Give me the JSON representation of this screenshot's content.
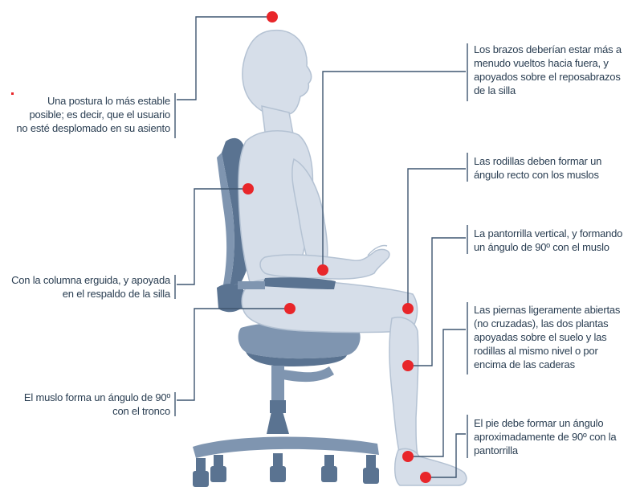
{
  "colors": {
    "body_fill": "#d6dee9",
    "body_stroke": "#b4c2d3",
    "chair_dark": "#5a7391",
    "chair_mid": "#7f95b0",
    "chair_light": "#a4b5ca",
    "leader_line": "#3f5670",
    "marker": "#e8262a",
    "text": "#2a3e52"
  },
  "annotations": {
    "head": "Una postura lo más estable\nposible; es decir, que el usuario\nno esté desplomado en su asiento",
    "back": "Con la columna erguida, y apoyada\nen el respaldo de la silla",
    "thigh": "El muslo forma un ángulo de 90º\ncon el tronco",
    "arms": "Los brazos deberían estar más a\nmenudo vueltos hacia fuera, y\napoyados sobre el reposabrazos\nde la silla",
    "knees": "Las rodillas deben formar un\nángulo recto con los muslos",
    "calf": "La pantorrilla vertical, y formando\nun ángulo de 90º con el muslo",
    "legs": "Las piernas ligeramente abiertas\n(no cruzadas), las dos plantas\napoyadas sobre el suelo y las\nrodillas al mismo nivel o por\nencima de las caderas",
    "foot": "El pie debe formar un ángulo\naproximadamente de 90º con la\npantorrilla"
  }
}
